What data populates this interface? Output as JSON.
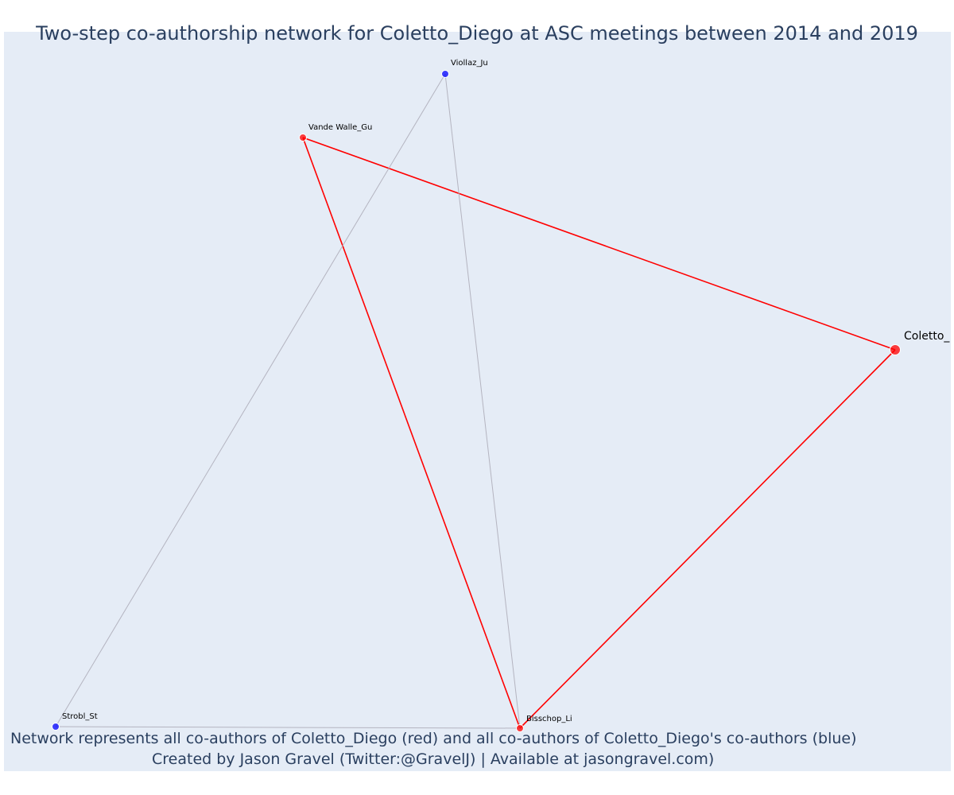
{
  "title": "Two-step co-authorship network for Coletto_Diego at ASC meetings between 2014 and 2019",
  "caption": {
    "line1": "Network represents all co-authors of Coletto_Diego (red) and all co-authors of Coletto_Diego's co-authors (blue)",
    "line2": "Created by Jason Gravel (Twitter:@GravelJ) | Available at jasongravel.com)"
  },
  "colors": {
    "background": "#e5ecf6",
    "red_node": "#ff0000",
    "blue_node": "#0000ff",
    "red_edge": "#ff0000",
    "gray_edge": "#b4b4c0",
    "text": "#2a3f5f"
  },
  "network": {
    "nodes": [
      {
        "id": "Coletto_Diego",
        "label": "Coletto_",
        "group": "red",
        "focal": true
      },
      {
        "id": "Vande Walle_Gu",
        "label": "Vande Walle_Gu",
        "group": "red",
        "focal": false
      },
      {
        "id": "Bisschop_Li",
        "label": "Bisschop_Li",
        "group": "red",
        "focal": false
      },
      {
        "id": "Viollaz_Ju",
        "label": "Viollaz_Ju",
        "group": "blue",
        "focal": false
      },
      {
        "id": "Strobl_St",
        "label": "Strobl_St",
        "group": "blue",
        "focal": false
      }
    ],
    "edges": [
      {
        "source": "Coletto_Diego",
        "target": "Vande Walle_Gu",
        "type": "red"
      },
      {
        "source": "Coletto_Diego",
        "target": "Bisschop_Li",
        "type": "red"
      },
      {
        "source": "Vande Walle_Gu",
        "target": "Bisschop_Li",
        "type": "red"
      },
      {
        "source": "Viollaz_Ju",
        "target": "Strobl_St",
        "type": "gray"
      },
      {
        "source": "Viollaz_Ju",
        "target": "Bisschop_Li",
        "type": "gray"
      },
      {
        "source": "Strobl_St",
        "target": "Bisschop_Li",
        "type": "gray"
      }
    ]
  }
}
